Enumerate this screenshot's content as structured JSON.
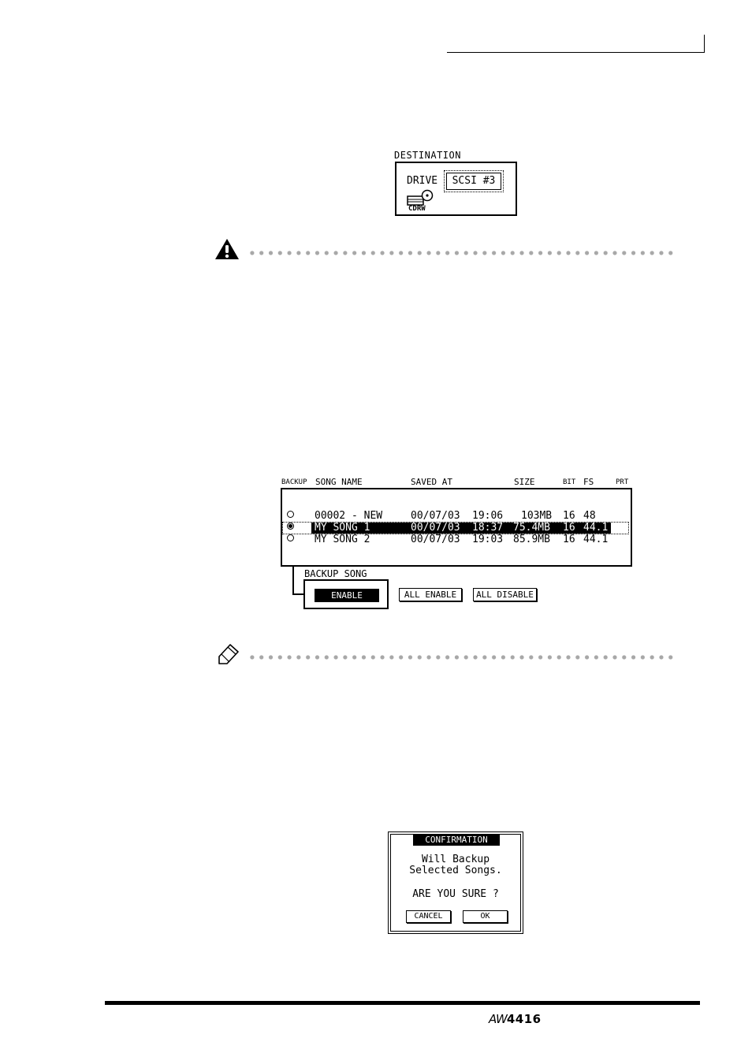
{
  "destination": {
    "section_label": "DESTINATION",
    "drive_label": "DRIVE",
    "drive_value": "SCSI #3",
    "device_label": "CDRW"
  },
  "song_list": {
    "headers": {
      "backup": "BACKUP",
      "song_name": "SONG NAME",
      "saved_at": "SAVED AT",
      "size": "SIZE",
      "bit": "BIT",
      "fs": "FS",
      "prt": "PRT"
    },
    "rows": [
      {
        "selected": false,
        "name": "00002 - NEW",
        "date": "00/07/03",
        "time": "19:06",
        "size": "103MB",
        "bit": "16",
        "fs": "48"
      },
      {
        "selected": true,
        "name": "MY SONG 1",
        "date": "00/07/03",
        "time": "18:37",
        "size": "75.4MB",
        "bit": "16",
        "fs": "44.1"
      },
      {
        "selected": false,
        "name": "MY SONG 2",
        "date": "00/07/03",
        "time": "19:03",
        "size": "85.9MB",
        "bit": "16",
        "fs": "44.1"
      }
    ],
    "backup_song_label": "BACKUP SONG",
    "enable_button": "ENABLE",
    "all_enable_button": "ALL ENABLE",
    "all_disable_button": "ALL DISABLE"
  },
  "confirmation": {
    "title": "CONFIRMATION",
    "line1": "Will Backup",
    "line2": "Selected Songs.",
    "question": "ARE YOU SURE ?",
    "cancel": "CANCEL",
    "ok": "OK"
  },
  "footer": {
    "brand_prefix": "AW",
    "brand_model": "4416"
  }
}
